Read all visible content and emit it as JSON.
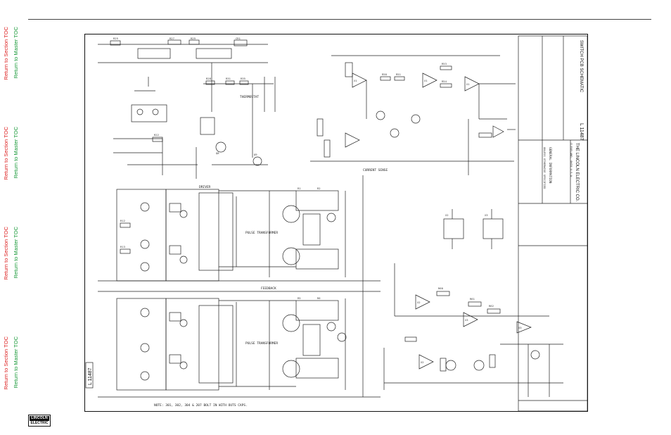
{
  "navigation": {
    "return_to_section_toc": "Return to Section TOC",
    "return_to_master_toc": "Return to Master TOC",
    "section_link_color": "#dd2222",
    "master_link_color": "#1a9a3a"
  },
  "logo": {
    "line1": "LINCOLN",
    "line2": "ELECTRIC"
  },
  "schematic": {
    "title_block": {
      "company": "THE LINCOLN ELECTRIC CO.",
      "location": "CLEVELAND, OHIO U.S.A.",
      "drawing_title": "SWITCH PCB SCHEMATIC",
      "drawing_number": "L 11487",
      "drawing_number_corner": "L 11487",
      "general_information": "GENERAL INFORMATION",
      "unless_specified": "UNLESS OTHERWISE SPECIFIED"
    },
    "notes": {
      "bottom_note": "NOTE: 301, 302, 304 & 207 BOLT IN WITH OUTS CAPS.",
      "feedback_label": "FEEDBACK"
    },
    "component_labels": {
      "xfmr_top": "PULSE TRANSFORMER",
      "xfmr_bottom": "PULSE TRANSFORMER",
      "driver_label": "DRIVER",
      "thermostat": "THERMOSTAT",
      "current_sense": "CURRENT SENSE"
    }
  }
}
